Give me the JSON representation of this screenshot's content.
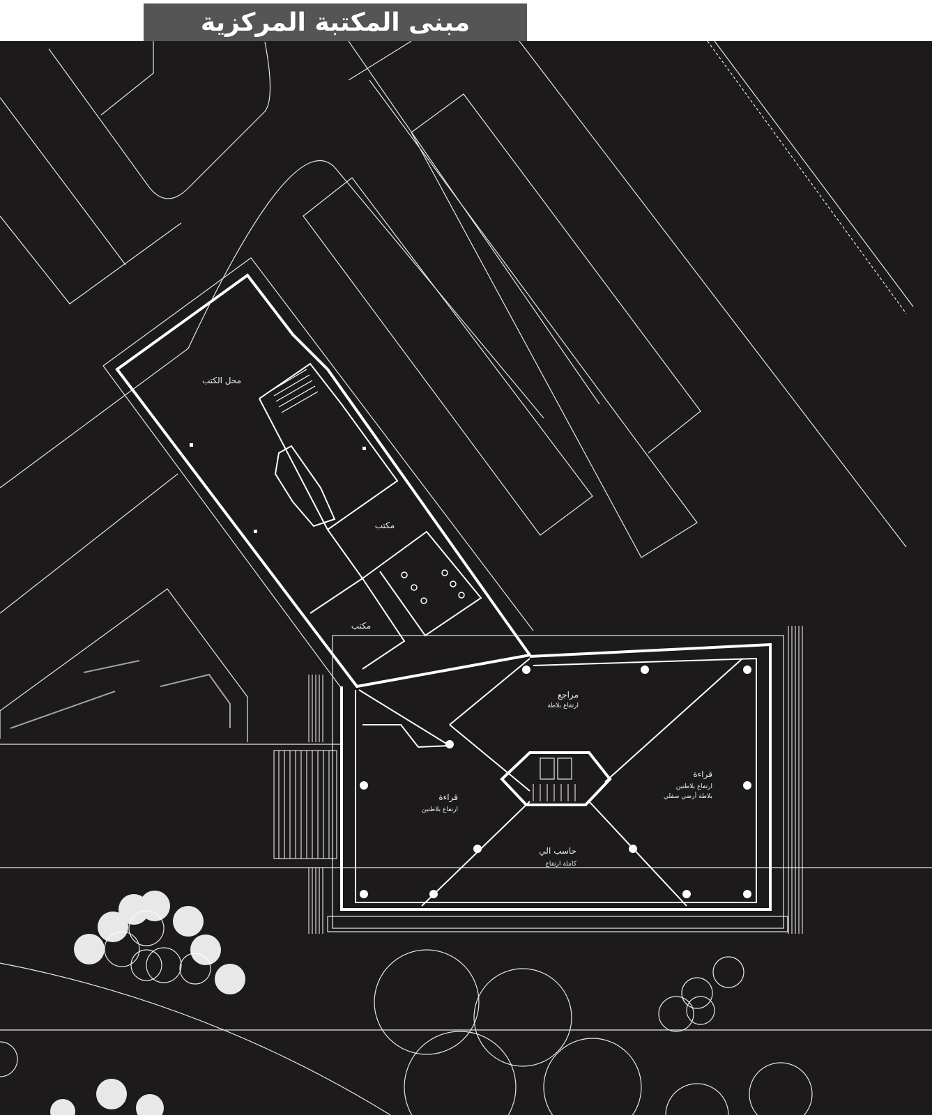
{
  "title": "مبنى المكتبة المركزية",
  "rooms": {
    "bookshop": "محل الكتب",
    "office_1": "مكتب",
    "office_2": "مكتب",
    "references": {
      "name": "مراجع",
      "note": "ارتفاع بلاطة"
    },
    "reading_east": {
      "name": "قراءة",
      "note": "ارتفاع بلاطتين",
      "note2": "بلاطة أرضي سفلي"
    },
    "reading_west": {
      "name": "قراءة",
      "note": "ارتفاع بلاطتين"
    },
    "computer": {
      "name": "حاسب الي",
      "note": "كاملة ارتفاع"
    }
  },
  "colors": {
    "background": "#1c1a1a",
    "title_bar": "#555555",
    "lines": "#ffffff"
  }
}
